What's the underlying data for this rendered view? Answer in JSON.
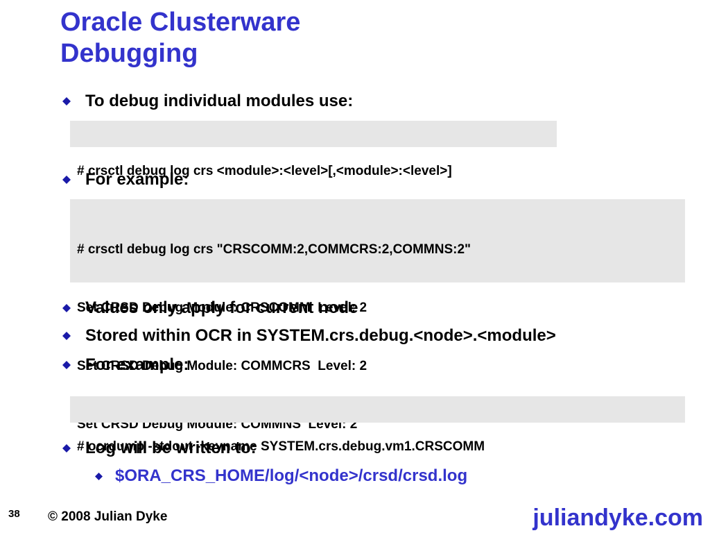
{
  "title": {
    "line1": "Oracle Clusterware",
    "line2": "Debugging"
  },
  "bullets": [
    "To debug individual modules use:",
    "For example:",
    "Values only apply for current node",
    "Stored within OCR in SYSTEM.crs.debug.<node>.<module>",
    "For example:",
    "Log will be written to:"
  ],
  "code_blocks": {
    "syntax": [
      "# crsctl debug log crs <module>:<level>[,<module>:<level>]"
    ],
    "example": [
      "# crsctl debug log crs \"CRSCOMM:2,COMMCRS:2,COMMNS:2\"",
      "Set CRSD Debug Module: CRSCOMM  Level: 2",
      "Set CRSD Debug Module: COMMCRS  Level: 2",
      "Set CRSD Debug Module: COMMNS  Level: 2"
    ],
    "ocrdump": [
      "# ocrdump -stdout -keyname SYSTEM.crs.debug.vm1.CRSCOMM"
    ]
  },
  "sub_bullet": "$ORA_CRS_HOME/log/<node>/crsd/crsd.log",
  "footer": {
    "page_number": "38",
    "copyright": "© 2008 Julian Dyke",
    "site": "juliandyke.com"
  },
  "colors": {
    "accent": "#3333cc",
    "code_background": "#e6e6e6",
    "diamond": "#1a1aa8"
  },
  "icons": {
    "bullet": "diamond-bullet-icon"
  }
}
